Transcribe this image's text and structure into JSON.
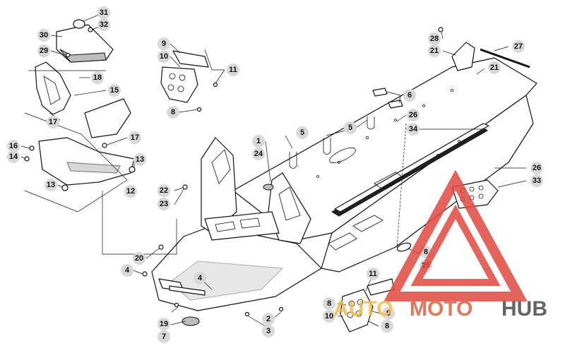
{
  "watermark": {
    "word_1": "AUTO",
    "word_2": "MOTO",
    "word_3": "HUB",
    "color_light": "#f5b94a",
    "color_mid": "#e0603f",
    "color_dark": "#4a4a4a",
    "triangle_color": "#e04a3f"
  },
  "callouts": [
    {
      "id": "c31",
      "label": "31"
    },
    {
      "id": "c32",
      "label": "32"
    },
    {
      "id": "c30",
      "label": "30"
    },
    {
      "id": "c29",
      "label": "29"
    },
    {
      "id": "c9a",
      "label": "9"
    },
    {
      "id": "c10a",
      "label": "10"
    },
    {
      "id": "c11a",
      "label": "11"
    },
    {
      "id": "c8a",
      "label": "8"
    },
    {
      "id": "c18",
      "label": "18"
    },
    {
      "id": "c15",
      "label": "15"
    },
    {
      "id": "c17a",
      "label": "17"
    },
    {
      "id": "c17b",
      "label": "17"
    },
    {
      "id": "c16",
      "label": "16"
    },
    {
      "id": "c14",
      "label": "14"
    },
    {
      "id": "c13a",
      "label": "13"
    },
    {
      "id": "c13b",
      "label": "13"
    },
    {
      "id": "c12",
      "label": "12"
    },
    {
      "id": "c1",
      "label": "1"
    },
    {
      "id": "c24",
      "label": "24"
    },
    {
      "id": "c5a",
      "label": "5"
    },
    {
      "id": "c5b",
      "label": "5"
    },
    {
      "id": "c6",
      "label": "6"
    },
    {
      "id": "c26a",
      "label": "26"
    },
    {
      "id": "c34",
      "label": "34"
    },
    {
      "id": "c28",
      "label": "28"
    },
    {
      "id": "c27",
      "label": "27"
    },
    {
      "id": "c21a",
      "label": "21"
    },
    {
      "id": "c21b",
      "label": "21"
    },
    {
      "id": "c22",
      "label": "22"
    },
    {
      "id": "c23",
      "label": "23"
    },
    {
      "id": "c26b",
      "label": "26"
    },
    {
      "id": "c33",
      "label": "33"
    },
    {
      "id": "c20",
      "label": "20"
    },
    {
      "id": "c4a",
      "label": "4"
    },
    {
      "id": "c4b",
      "label": "4"
    },
    {
      "id": "c7",
      "label": "7"
    },
    {
      "id": "c19",
      "label": "19"
    },
    {
      "id": "c2",
      "label": "2"
    },
    {
      "id": "c3",
      "label": "3"
    },
    {
      "id": "c8b",
      "label": "8"
    },
    {
      "id": "c25",
      "label": "25"
    },
    {
      "id": "c11b",
      "label": "11"
    },
    {
      "id": "c8c",
      "label": "8"
    },
    {
      "id": "c10b",
      "label": "10"
    },
    {
      "id": "c9b",
      "label": "9"
    },
    {
      "id": "c8d",
      "label": "8"
    }
  ]
}
